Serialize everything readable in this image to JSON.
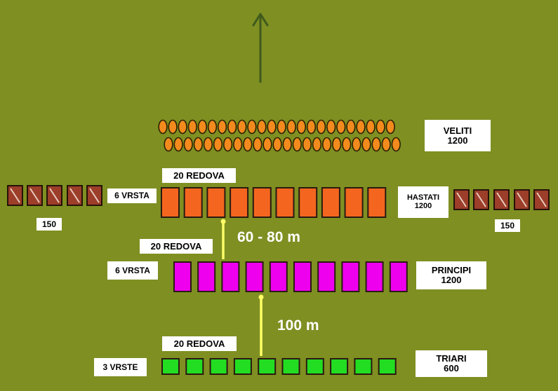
{
  "colors": {
    "background": "#7f8f22",
    "arrow": "#3f5a1c",
    "veliti_fill": "#f28a1e",
    "veliti_stroke": "#2b2200",
    "hastati_fill": "#f4661f",
    "principi_fill": "#ee00ee",
    "triari_fill": "#22dd22",
    "cavalry_fill": "#9c3e2a",
    "connector": "#ffff66"
  },
  "units": {
    "veliti": {
      "name": "VELITI",
      "count": "1200"
    },
    "hastati": {
      "name": "HASTATI",
      "count": "1200",
      "rows": "20  REDOVA",
      "ranks": "6 VRSTA"
    },
    "principi": {
      "name": "PRINCIPI",
      "count": "1200",
      "rows": "20  REDOVA",
      "ranks": "6 VRSTA"
    },
    "triari": {
      "name": "TRIARI",
      "count": "600",
      "rows": "20  REDOVA",
      "ranks": "3 VRSTE"
    },
    "cavalry_left": {
      "count": "150"
    },
    "cavalry_right": {
      "count": "150"
    }
  },
  "distances": {
    "hastati_principi": "60 - 80 m",
    "principi_triari": "100 m"
  },
  "icons": {
    "direction": "up-arrow-icon",
    "cavalry": "cavalry-square-icon"
  }
}
